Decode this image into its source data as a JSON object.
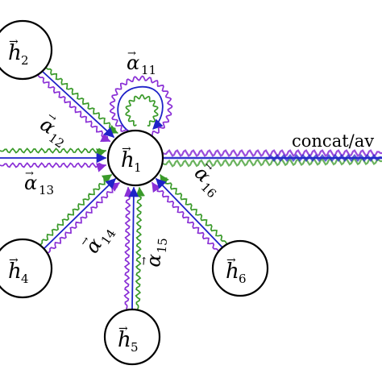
{
  "diagram": {
    "center_node": {
      "symbol": "h",
      "index": "1"
    },
    "nodes": [
      {
        "id": "h2",
        "symbol": "h",
        "index": "2"
      },
      {
        "id": "h4",
        "symbol": "h",
        "index": "4"
      },
      {
        "id": "h5",
        "symbol": "h",
        "index": "5"
      },
      {
        "id": "h6",
        "symbol": "h",
        "index": "6"
      }
    ],
    "attention_labels": [
      {
        "id": "a11",
        "symbol": "α",
        "index": "11"
      },
      {
        "id": "a12",
        "symbol": "α",
        "index": "12"
      },
      {
        "id": "a13",
        "symbol": "α",
        "index": "13"
      },
      {
        "id": "a14",
        "symbol": "α",
        "index": "14"
      },
      {
        "id": "a15",
        "symbol": "α",
        "index": "15"
      },
      {
        "id": "a16",
        "symbol": "α",
        "index": "16"
      }
    ],
    "output_label": "concat/av",
    "colors": {
      "head_blue": "#1f22c8",
      "head_green": "#3a9a2a",
      "head_purple": "#8a2fd6",
      "node_stroke": "#000000"
    }
  }
}
